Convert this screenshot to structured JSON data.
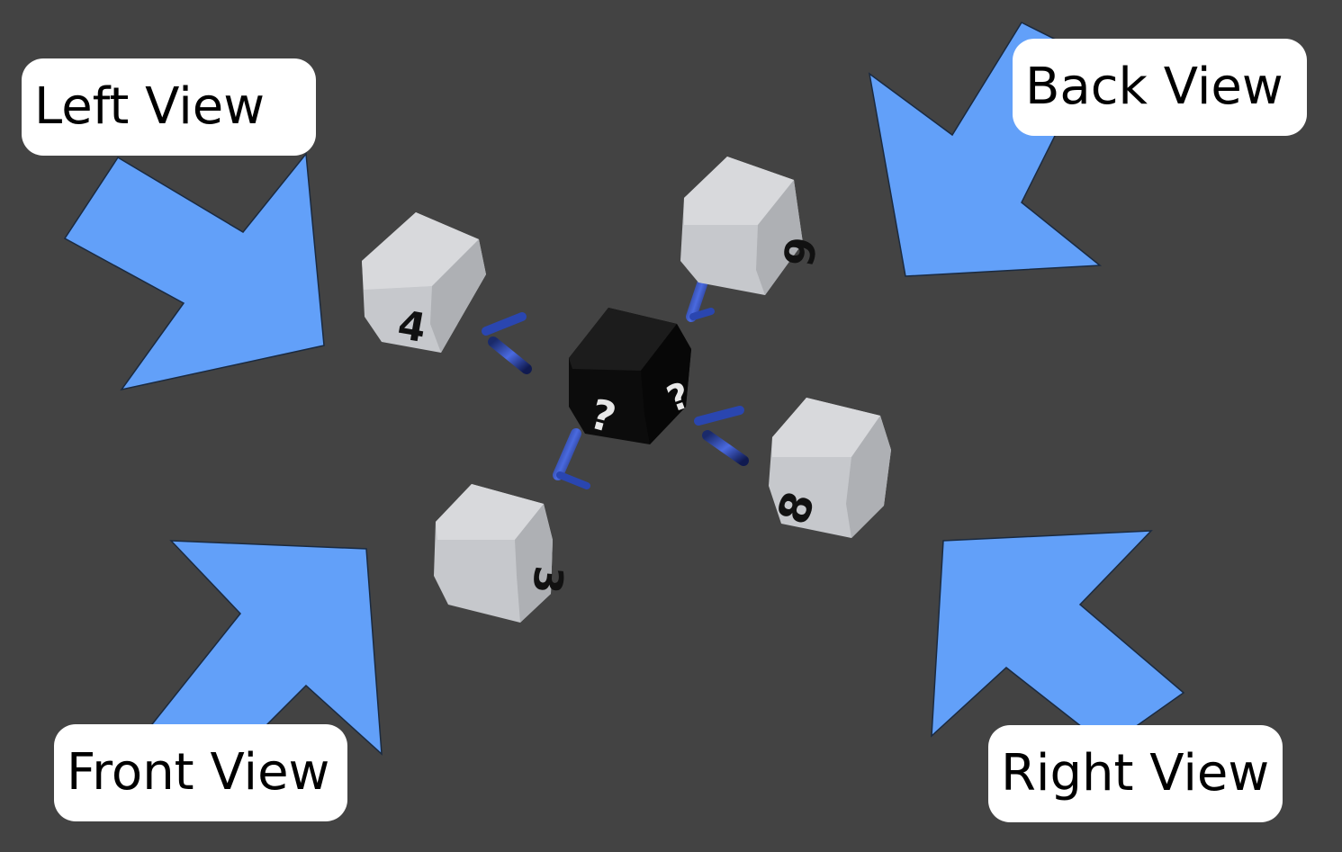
{
  "labels": {
    "left": "Left View",
    "back": "Back View",
    "front": "Front View",
    "right": "Right View"
  },
  "cubes": {
    "left": "4",
    "back": "6",
    "front": "3",
    "right": "8",
    "center": "?"
  },
  "colors": {
    "background": "#434343",
    "arrow": "#62a0f9",
    "label_bg": "#ffffff",
    "cube_face": "#c4c6ca",
    "center_cube": "#111111",
    "connector": "#2a46b0"
  }
}
